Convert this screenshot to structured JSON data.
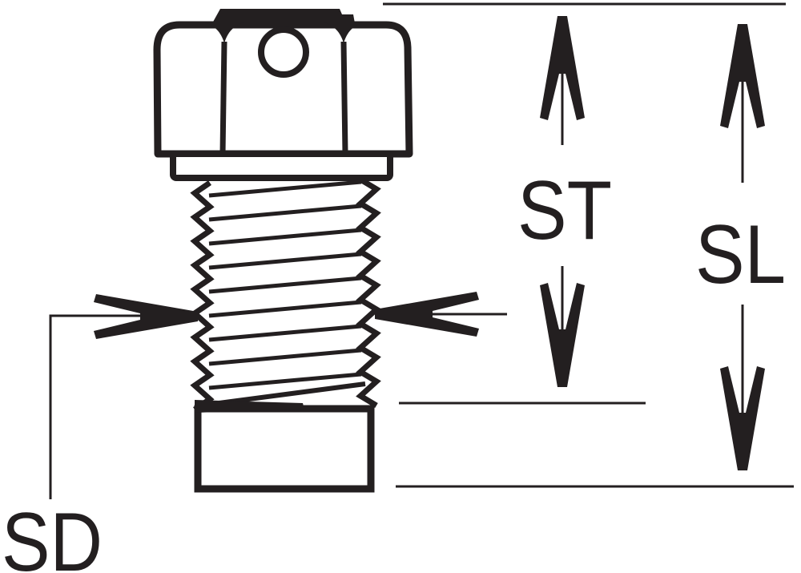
{
  "diagram": {
    "kind": "fastener-dimension-drawing",
    "labels": {
      "thread_length": "ST",
      "screw_length": "SL",
      "screw_diameter": "SD"
    },
    "colors": {
      "ink": "#231f20",
      "background": "#ffffff"
    }
  }
}
